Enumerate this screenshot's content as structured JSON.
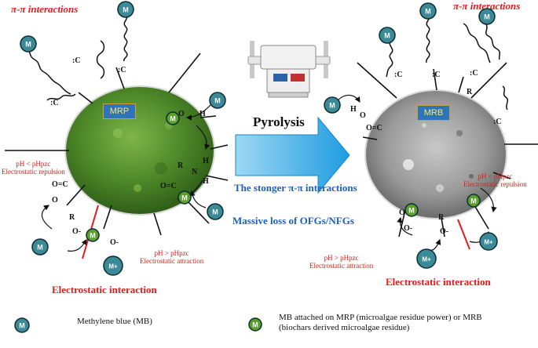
{
  "labels": {
    "pi_left": "π-π interactions",
    "pi_right": "π-π interactions",
    "pyrolysis": "Pyrolysis",
    "stronger_pi": "The stonger π-π interactions",
    "massive_loss": "Massive loss of OFGs/NFGs",
    "mrp": "MRP",
    "mrb": "MRB",
    "elec_interaction_left": "Electrostatic interaction",
    "elec_interaction_right": "Electrostatic interaction",
    "ph_lt_left_1": "pH < pHpzc",
    "ph_lt_left_2": "Electrostatic repulsion",
    "ph_gt_left_1": "pH > pHpzc",
    "ph_gt_left_2": "Electrostatic attraction",
    "ph_lt_right_1": "pH < pHpzc",
    "ph_lt_right_2": "Electrostatic repulsion",
    "ph_gt_right_1": "pH > pHpzc",
    "ph_gt_right_2": "Electrostatic attraction"
  },
  "chem": {
    "C": ":C",
    "O": "O",
    "H": "H",
    "N": "N",
    "R": "R",
    "Ominus": "O-",
    "Oeq": "O=C"
  },
  "badges": {
    "M": "M",
    "Mplus": "M+"
  },
  "legend": {
    "mb": "Methylene blue (MB)",
    "attached_1": "MB attached on MRP (microalgae residue power) or MRB",
    "attached_2": "(biochars derived microalgae residue)"
  },
  "colors": {
    "red": "#e31b1b",
    "blue": "#1f5fbf",
    "arrow_blue": "#29a8e6",
    "mrp_green": "#4f8a2a",
    "mrb_grey": "#8c8c8c",
    "badge_teal": "#3a8a98",
    "badge_green": "#5aa02c"
  }
}
